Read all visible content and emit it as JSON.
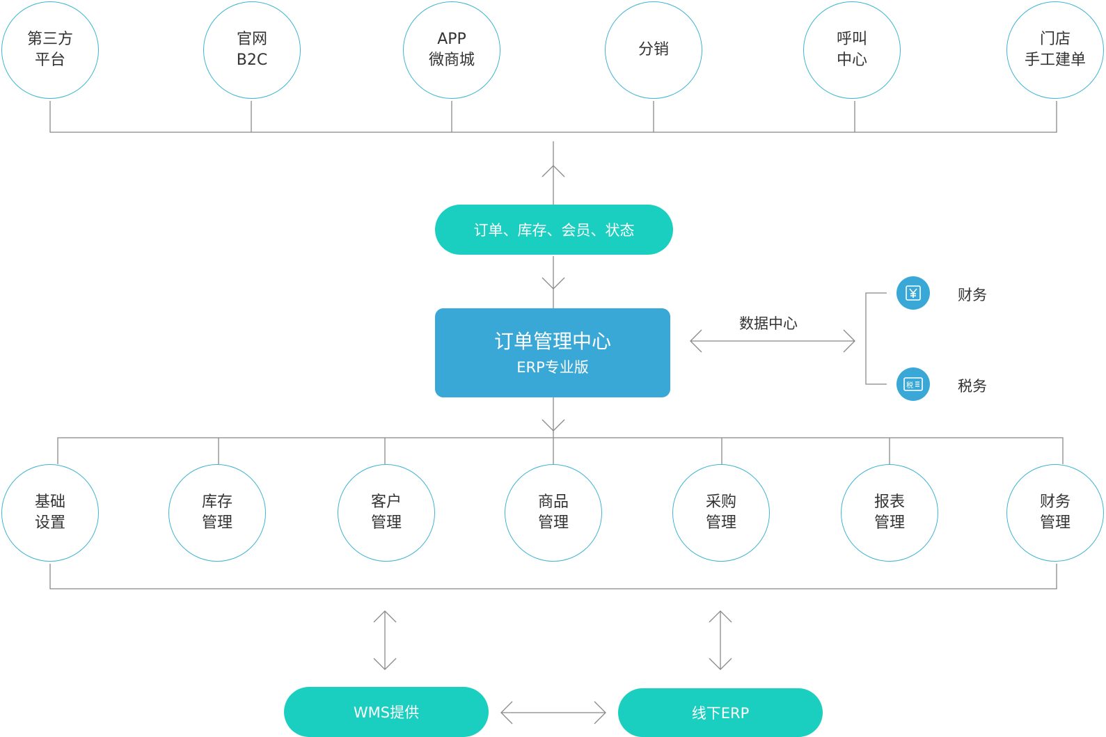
{
  "top_channels": [
    {
      "line1": "第三方",
      "line2": "平台"
    },
    {
      "line1": "官网",
      "line2": "B2C"
    },
    {
      "line1": "APP",
      "line2": "微商城"
    },
    {
      "line1": "分销",
      "line2": ""
    },
    {
      "line1": "呼叫",
      "line2": "中心"
    },
    {
      "line1": "门店",
      "line2": "手工建单"
    }
  ],
  "sync_pill": "订单、库存、会员、状态",
  "center": {
    "title": "订单管理中心",
    "subtitle": "ERP专业版"
  },
  "data_center_label": "数据中心",
  "side_items": [
    {
      "label": "财务",
      "icon": "yuan-icon"
    },
    {
      "label": "税务",
      "icon": "tax-icon"
    }
  ],
  "tax_icon_text": "税",
  "modules": [
    {
      "line1": "基础",
      "line2": "设置"
    },
    {
      "line1": "库存",
      "line2": "管理"
    },
    {
      "line1": "客户",
      "line2": "管理"
    },
    {
      "line1": "商品",
      "line2": "管理"
    },
    {
      "line1": "采购",
      "line2": "管理"
    },
    {
      "line1": "报表",
      "line2": "管理"
    },
    {
      "line1": "财务",
      "line2": "管理"
    }
  ],
  "bottom_pills": [
    "WMS提供",
    "线下ERP"
  ],
  "colors": {
    "circle_border": "#3fb3d3",
    "pill": "#1bcfc0",
    "center_box": "#3aa8d6",
    "line": "#888888"
  }
}
